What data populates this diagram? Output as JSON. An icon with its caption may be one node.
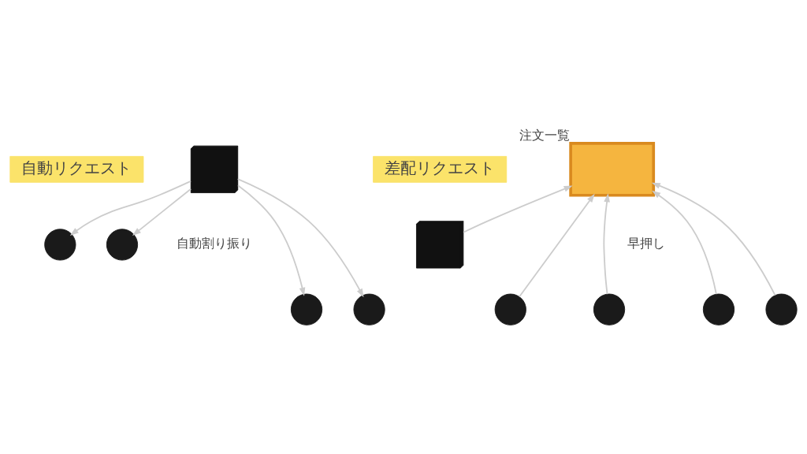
{
  "diagram": {
    "nodes": [
      {
        "text": [
          "自動リクエスト"
        ]
      },
      {
        "text": [],
        "shape": "person"
      },
      {
        "text": [],
        "shape": "person"
      },
      {
        "text": [],
        "shape": "picture"
      },
      {
        "text": [],
        "shape": "person"
      },
      {
        "text": [],
        "shape": "person"
      },
      {
        "text": [
          "差配リクエスト"
        ]
      },
      {
        "text": [],
        "shape": "picture"
      },
      {
        "text": [],
        "shape": "box",
        "beside": [
          "注文一覧"
        ]
      },
      {
        "text": [],
        "shape": "person"
      },
      {
        "text": [],
        "shape": "person"
      },
      {
        "text": [],
        "shape": "person"
      },
      {
        "text": [],
        "shape": "person"
      }
    ],
    "edges": [
      {
        "from": 3,
        "to": 1,
        "arrow": "to"
      },
      {
        "from": 3,
        "to": 2,
        "arrow": "to"
      },
      {
        "from": 3,
        "to": 4,
        "arrow": "to"
      },
      {
        "from": 3,
        "to": 5,
        "arrow": "to"
      },
      {
        "from": 7,
        "to": 8,
        "arrow": "to"
      },
      {
        "from": 9,
        "to": 8,
        "arrow": "to"
      },
      {
        "from": 10,
        "to": 8,
        "arrow": "to"
      },
      {
        "from": 11,
        "to": 8,
        "arrow": "to"
      },
      {
        "from": 12,
        "to": 8,
        "arrow": "to"
      }
    ],
    "labels": [
      "自動割り振り",
      "早押し"
    ]
  }
}
